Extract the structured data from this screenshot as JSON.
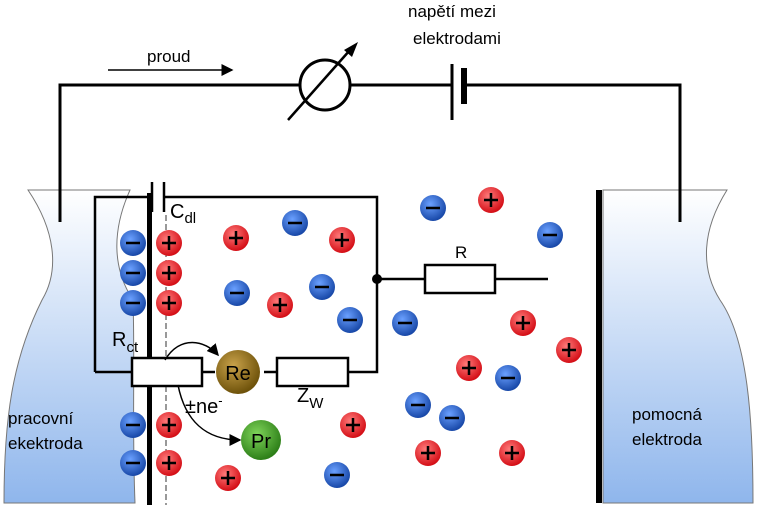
{
  "labels": {
    "current": "proud",
    "voltage_line1": "napětí mezi",
    "voltage_line2": "elektrodami",
    "cdl_main": "C",
    "cdl_sub": "dl",
    "rct_main": "R",
    "rct_sub": "ct",
    "r": "R",
    "zw_main": "Z",
    "zw_sub": "W",
    "electron_transfer": "±ne",
    "electron_sup": "-",
    "working_line1": "pracovní",
    "working_line2": "ekektroda",
    "counter_line1": "pomocná",
    "counter_line2": "elektroda",
    "re": "Re",
    "pr": "Pr",
    "plus": "+",
    "minus": "−"
  },
  "colors": {
    "cation": "#e8141e",
    "anion": "#1f5fbf",
    "re_species": "#8a6a10",
    "pr_species": "#3a9a22",
    "electrolyte_top": "#ffffff",
    "electrolyte_bottom": "#8fb6ec"
  }
}
